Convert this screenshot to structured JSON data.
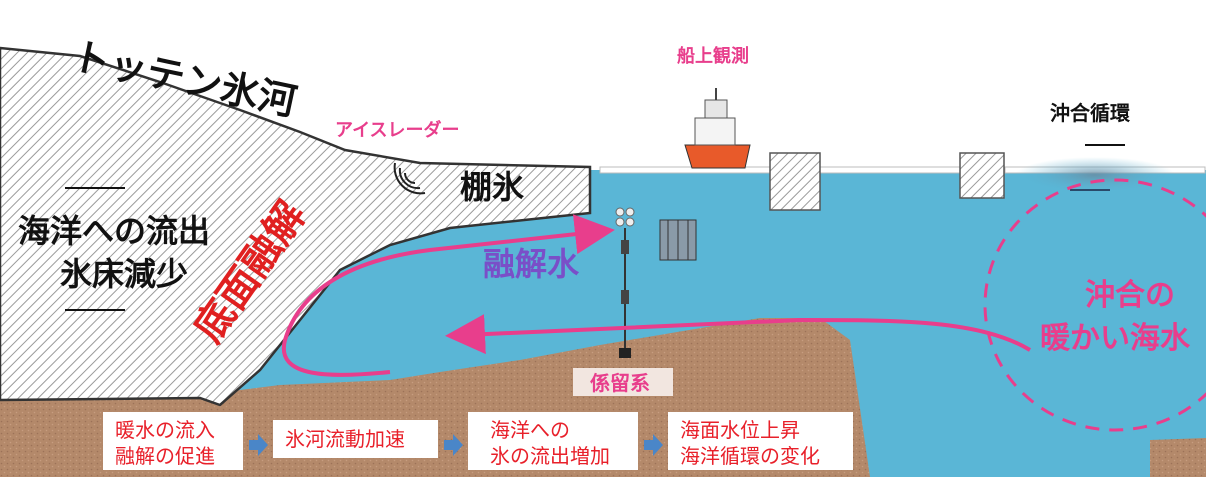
{
  "colors": {
    "ocean": "#5ab6d6",
    "seabed": "#b4896a",
    "ice_hatch": "#9a9a9a",
    "magenta": "#e83e8c",
    "red": "#e02020",
    "purple": "#7a4fc8",
    "box_text": "#e8202a",
    "flow_arrow": "#4a86c8"
  },
  "labels": {
    "glacier": "トッテン氷河",
    "ship_obs": "船上観測",
    "offshore_circ": "沖合循環",
    "ice_radar": "アイスレーダー",
    "ice_shelf": "棚氷",
    "ocean_outflow": "海洋への流出",
    "ice_sheet_loss": "氷床減少",
    "basal_melt": "底面融解",
    "meltwater": "融解水",
    "warm_water_1": "沖合の",
    "warm_water_2": "暖かい海水",
    "mooring": "係留系"
  },
  "chain": [
    {
      "line1": "暖水の流入",
      "line2": "融解の促進"
    },
    {
      "line1": "氷河流動加速",
      "line2": ""
    },
    {
      "line1": "海洋への",
      "line2": "氷の流出増加"
    },
    {
      "line1": "海面水位上昇",
      "line2": "海洋循環の変化"
    }
  ],
  "icons": {
    "chain_arrow": "right-arrow-icon",
    "ship": "ship-icon",
    "radar": "radar-wave-icon",
    "instrument": "instrument-frame-icon"
  }
}
